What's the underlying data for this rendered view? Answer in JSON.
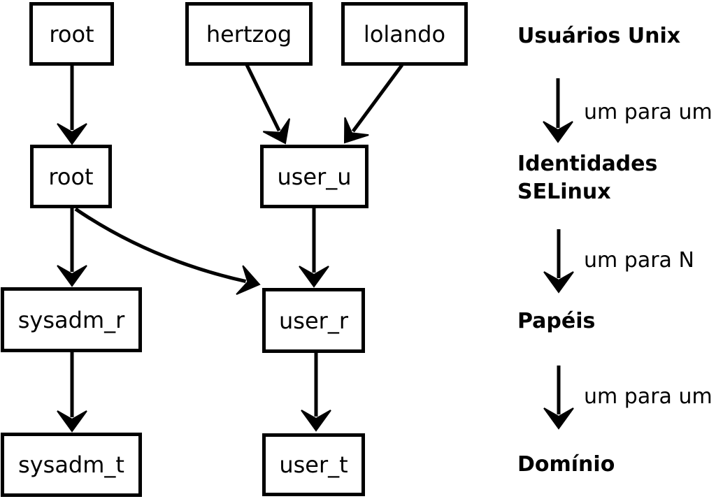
{
  "diagram": {
    "boxes": {
      "unix_root": "root",
      "unix_hertzog": "hertzog",
      "unix_lolando": "lolando",
      "identity_root": "root",
      "identity_user_u": "user_u",
      "role_sysadm_r": "sysadm_r",
      "role_user_r": "user_r",
      "domain_sysadm_t": "sysadm_t",
      "domain_user_t": "user_t"
    },
    "legend": {
      "unix_users": "Usuários Unix",
      "relation_one_to_one_1": "um para um",
      "selinux_identities_line1": "Identidades",
      "selinux_identities_line2": "SELinux",
      "relation_one_to_n": "um para N",
      "roles": "Papéis",
      "relation_one_to_one_2": "um para um",
      "domain": "Domínio"
    },
    "colors": {
      "background": "#ffffff",
      "box_fill": "#ffffff",
      "stroke": "#000000",
      "text": "#000000"
    }
  }
}
